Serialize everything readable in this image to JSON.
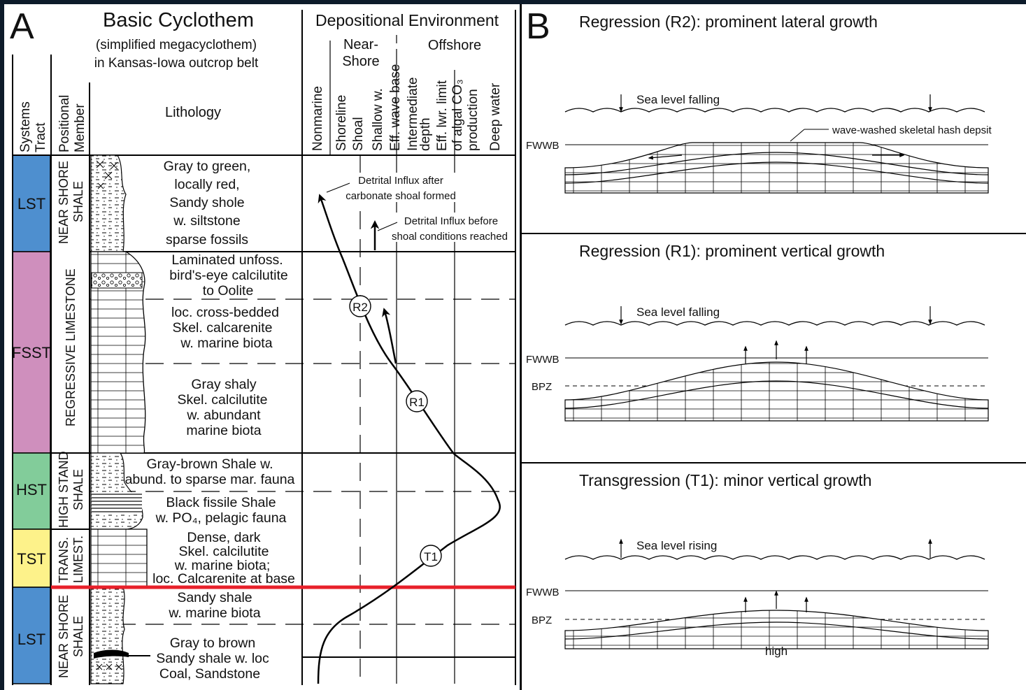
{
  "panel_a": {
    "letter": "A",
    "title": "Basic Cyclothem",
    "subtitle_lines": [
      "(simplified megacyclothem)",
      "in Kansas-Iowa outcrop belt"
    ],
    "col_systems_tract": [
      "Systems",
      "Tract"
    ],
    "col_positional_member": [
      "Positional",
      "Member"
    ],
    "col_lithology": "Lithology",
    "env_header": "Depositional Environment",
    "near_shore_lines": [
      "Near-",
      "Shore"
    ],
    "offshore": "Offshore",
    "env_columns": [
      [
        "Nonmarine"
      ],
      [
        "Shoreline",
        "Shoal"
      ],
      [
        "Shallow w.",
        "Eff. wave base"
      ],
      [
        "Intermediate",
        "depth"
      ],
      [
        "Eff. lwr. limit",
        "of algal CO₃",
        "production"
      ],
      [
        "Deep water"
      ]
    ],
    "units": [
      {
        "tract": "LST",
        "member_lines": [
          "NEAR SHORE",
          "SHALE"
        ],
        "tract_color": "#4e8fcf",
        "lithology": [
          "Gray to green,",
          "locally red,",
          "Sandy shole",
          "w. siltstone",
          "sparse fossils"
        ]
      },
      {
        "tract": "FSST",
        "member_lines": [
          "REGRESSIVE LIMESTONE"
        ],
        "tract_color": "#cf8fbd",
        "lithology_blocks": [
          [
            "Laminated unfoss.",
            "bird's-eye calcilutite",
            "to Oolite"
          ],
          [
            "loc. cross-bedded",
            "Skel. calcarenite",
            "w.  marine biota"
          ],
          [
            "Gray shaly",
            "Skel. calcilutite",
            "w. abundant",
            "marine biota"
          ]
        ]
      },
      {
        "tract": "HST",
        "member_lines": [
          "HIGH STAND",
          "SHALE"
        ],
        "tract_color": "#82cc9a",
        "lithology_blocks": [
          [
            "Gray-brown Shale w.",
            "abund. to sparse mar. fauna"
          ],
          [
            "Black fissile Shale",
            "w. PO₄, pelagic fauna"
          ]
        ]
      },
      {
        "tract": "TST",
        "member_lines": [
          "TRANS.",
          "LIMEST."
        ],
        "tract_color": "#fdf28a",
        "lithology": [
          "Dense, dark",
          "Skel. calcilutite",
          "w. marine biota;",
          "loc. Calcarenite at base"
        ]
      },
      {
        "tract": "LST",
        "member_lines": [
          "NEAR SHORE",
          "SHALE"
        ],
        "tract_color": "#4e8fcf",
        "lithology_blocks": [
          [
            "Sandy shale",
            "w. marine biota"
          ],
          [
            "Gray to brown",
            "Sandy shale w. loc",
            "Coal, Sandstone"
          ]
        ]
      }
    ],
    "annotations": {
      "detrital_after": [
        "Detrital Influx after",
        "carbonate shoal formed"
      ],
      "detrital_before": [
        "Detrital Influx before",
        "shoal conditions reached"
      ],
      "label_r2": "R2",
      "label_r1": "R1",
      "label_t1": "T1"
    },
    "colors": {
      "boundary_red": "#e8202a"
    }
  },
  "panel_b": {
    "letter": "B",
    "sections": [
      {
        "title": "Regression (R2): prominent lateral growth",
        "sea_level_label": "Sea level falling",
        "fwwb": "FWWB",
        "callout": "wave-washed skeletal hash depsit"
      },
      {
        "title": "Regression (R1): prominent vertical growth",
        "sea_level_label": "Sea level falling",
        "fwwb": "FWWB",
        "bpz": "BPZ"
      },
      {
        "title": "Transgression (T1): minor vertical growth",
        "sea_level_label": "Sea level rising",
        "fwwb": "FWWB",
        "bpz": "BPZ",
        "bottom_label": "high"
      }
    ]
  }
}
